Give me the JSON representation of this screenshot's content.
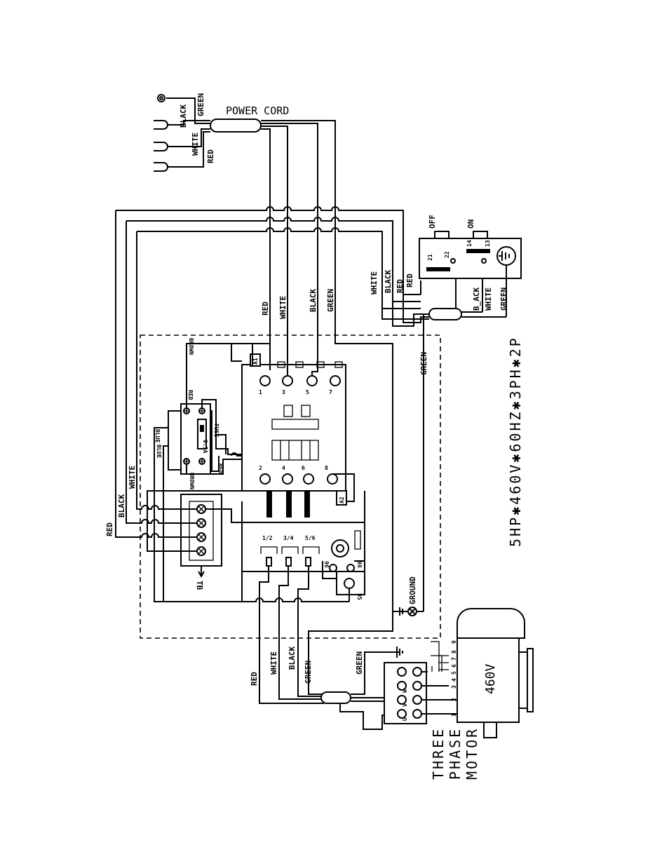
{
  "plug": {
    "wire_labels": [
      "BLACK",
      "GREEN",
      "WHITE",
      "RED"
    ]
  },
  "power_cord": {
    "title": "POWER CORD"
  },
  "main_wires": [
    "RED",
    "WHITE",
    "BLACK",
    "GREEN"
  ],
  "switch": {
    "off_label": "OFF",
    "on_label": "ON",
    "terminals": [
      "21",
      "22",
      "14",
      "13"
    ],
    "wire_labels": [
      "WHITE",
      "BLACK",
      "RED",
      "B_ACK",
      "WHITE",
      "GREEN"
    ]
  },
  "control_box": {
    "contactor": {
      "top_terminals": [
        "1",
        "3",
        "5",
        "7"
      ],
      "bottom_terminals": [
        "2",
        "4",
        "6",
        "8"
      ],
      "coil_labels": [
        "A1",
        "A2"
      ]
    },
    "transformer": {
      "labels": [
        "RED",
        "BLUE",
        "BLUE",
        "BROWN",
        "RED",
        "BROWN",
        "FUSE",
        "0.5A"
      ]
    },
    "overload": {
      "terminals": [
        "1/2",
        "3/4",
        "5/6"
      ],
      "aux_labels": [
        "96",
        "98",
        "95"
      ]
    },
    "terminal_block": "TB",
    "left_wires": [
      "RED",
      "BLACK",
      "WHITE"
    ],
    "ground_wire": "GREEN",
    "ground_label": "GROUND"
  },
  "motor_leads": [
    "RED",
    "WHITE",
    "BLACK",
    "GREEN",
    "GREEN"
  ],
  "motor": {
    "voltage": "460V",
    "terminal_letters": [
      "U",
      "V",
      "W"
    ],
    "lead_numbers": [
      "1",
      "2",
      "3",
      "4",
      "5",
      "6",
      "7",
      "8",
      "9"
    ],
    "caption": [
      "THREE",
      "PHASE",
      "MOTOR"
    ]
  },
  "rating": "5HP✱460V✱60HZ✱3PH✱2P"
}
